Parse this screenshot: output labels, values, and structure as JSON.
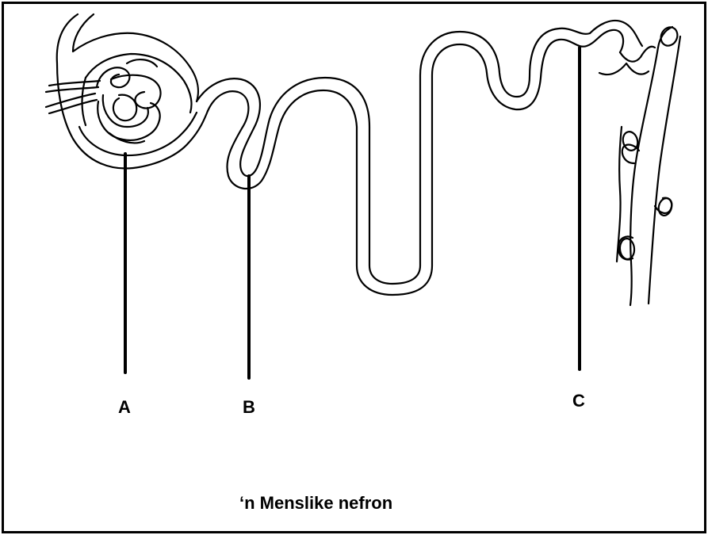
{
  "diagram": {
    "labels": {
      "a": "A",
      "b": "B",
      "c": "C"
    },
    "caption": "‘n Menslike nefron"
  }
}
